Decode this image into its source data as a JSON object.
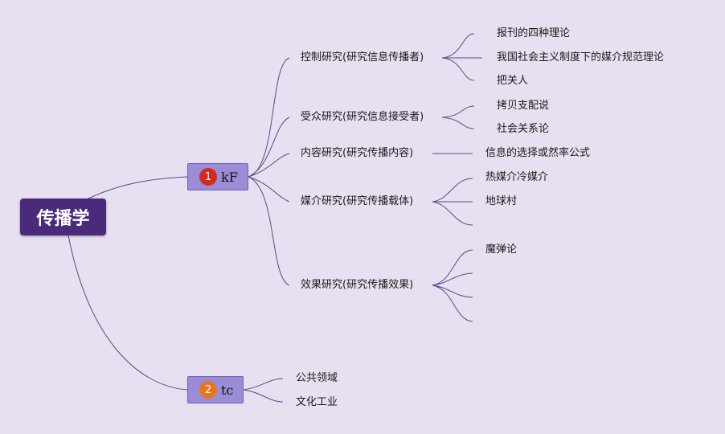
{
  "root": {
    "label": "传播学"
  },
  "branches": [
    {
      "marker": "1",
      "marker_color": "#d42a1e",
      "label": "kF",
      "children": [
        {
          "label": "控制研究(研究信息传播者)",
          "children": [
            "报刊的四种理论",
            "我国社会主义制度下的媒介规范理论",
            "把关人"
          ]
        },
        {
          "label": "受众研究(研究信息接受者)",
          "children": [
            "拷贝支配说",
            "社会关系论"
          ]
        },
        {
          "label": "内容研究(研究传播内容)",
          "children": [
            "信息的选择或然率公式"
          ]
        },
        {
          "label": "媒介研究(研究传播载体)",
          "children": [
            "热媒介冷媒介",
            "地球村",
            ""
          ]
        },
        {
          "label": "效果研究(研究传播效果)",
          "children": [
            "魔弹论",
            "",
            "",
            ""
          ]
        }
      ]
    },
    {
      "marker": "2",
      "marker_color": "#e8751e",
      "label": "tc",
      "children": [
        {
          "label": "公共领域"
        },
        {
          "label": "文化工业"
        }
      ]
    }
  ],
  "colors": {
    "background": "#e8e0f0",
    "root_fill": "#4a2a7a",
    "branch_fill": "#9a8cd6",
    "line": "#5a4a8a"
  }
}
